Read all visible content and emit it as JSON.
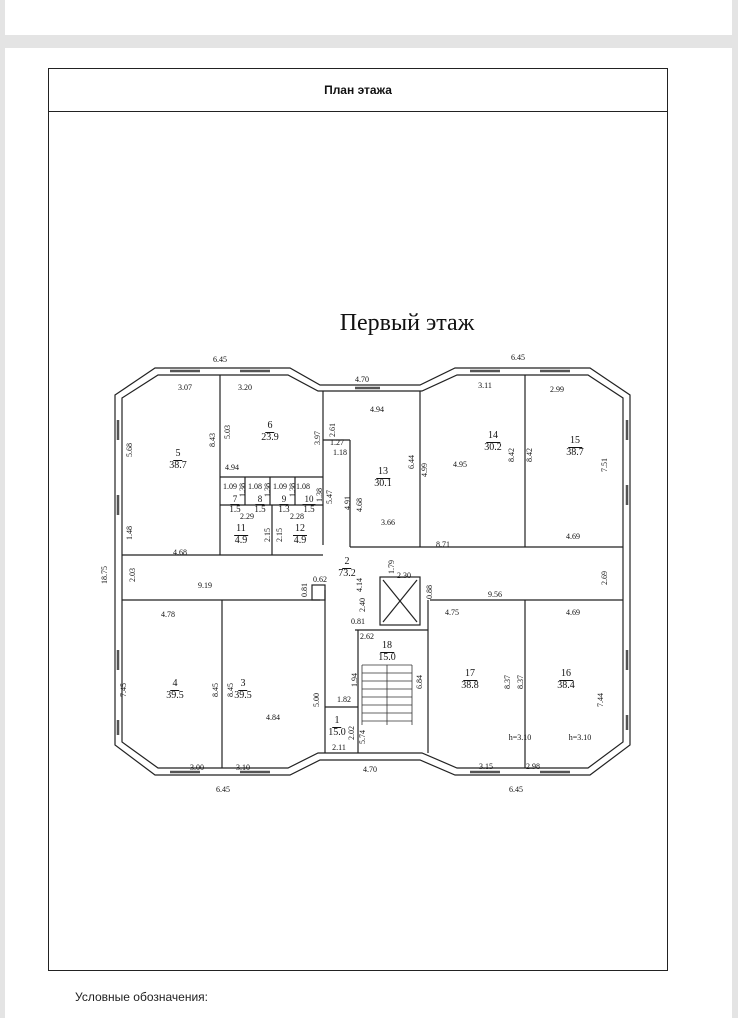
{
  "header": {
    "title": "План этажа"
  },
  "plan": {
    "title": "Первый этаж",
    "rooms": [
      {
        "number": "1",
        "area": "15.0"
      },
      {
        "number": "2",
        "area": "73.2"
      },
      {
        "number": "3",
        "area": "39.5"
      },
      {
        "number": "4",
        "area": "39.5"
      },
      {
        "number": "5",
        "area": "38.7"
      },
      {
        "number": "6",
        "area": "23.9"
      },
      {
        "number": "7",
        "area": "1.5"
      },
      {
        "number": "8",
        "area": "1.5"
      },
      {
        "number": "9",
        "area": "1.3"
      },
      {
        "number": "10",
        "area": "1.5"
      },
      {
        "number": "11",
        "area": "4.9"
      },
      {
        "number": "12",
        "area": "4.9"
      },
      {
        "number": "13",
        "area": "30.1"
      },
      {
        "number": "14",
        "area": "30.2"
      },
      {
        "number": "15",
        "area": "38.7"
      },
      {
        "number": "16",
        "area": "38.4"
      },
      {
        "number": "17",
        "area": "38.8"
      },
      {
        "number": "18",
        "area": "15.0"
      }
    ],
    "dimensions": [
      "6.45",
      "3.07",
      "3.20",
      "5.03",
      "3.97",
      "2.61",
      "1.27",
      "1.18",
      "8.43",
      "5.68",
      "4.94",
      "1.09",
      "1.08",
      "1.09",
      "1.08",
      "1.38",
      "1.38",
      "1.38",
      "1.38",
      "2.29",
      "2.28",
      "2.15",
      "2.15",
      "5.47",
      "4.91",
      "1.48",
      "4.68",
      "18.75",
      "2.03",
      "4.70",
      "6.45",
      "3.11",
      "2.99",
      "4.94",
      "6.44",
      "4.99",
      "4.95",
      "8.42",
      "8.42",
      "7.51",
      "4.68",
      "3.66",
      "8.71",
      "4.69",
      "1.79",
      "2.30",
      "9.19",
      "0.62",
      "0.81",
      "4.14",
      "2.40",
      "0.88",
      "9.56",
      "2.69",
      "4.78",
      "4.75",
      "4.69",
      "0.81",
      "2.62",
      "7.45",
      "8.45",
      "8.45",
      "5.00",
      "1.82",
      "1.94",
      "6.84",
      "8.37",
      "8.37",
      "7.44",
      "4.84",
      "2.02",
      "5.74",
      "h=3.10",
      "h=3.10",
      "2.11",
      "3.00",
      "3.10",
      "4.70",
      "3.15",
      "2.98",
      "6.45",
      "6.45"
    ]
  },
  "legend": {
    "title": "Условные обозначения:"
  }
}
